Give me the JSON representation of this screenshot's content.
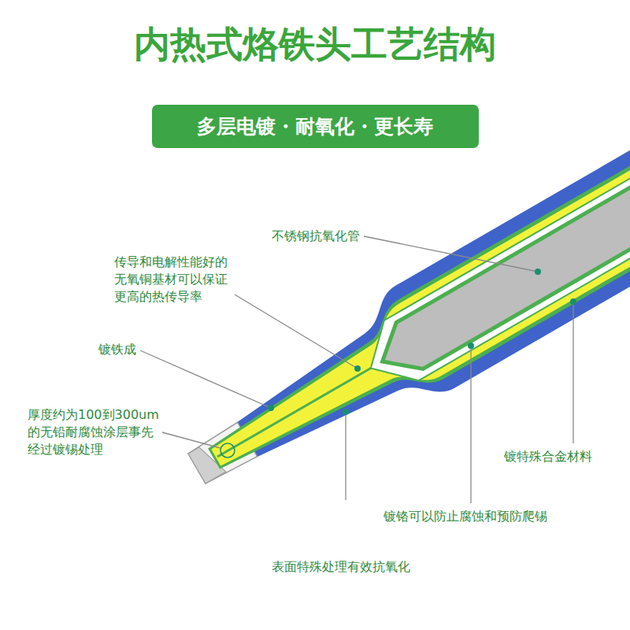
{
  "diagram": {
    "title": "内热式烙铁头工艺结构",
    "nodes": [
      {
        "text": [
          "多层电镀・耐氧化・更长寿"
        ]
      }
    ],
    "labels": [
      "不锈钢抗氧化管",
      "传导和电解性能好的 无氧铜基材可以保证 更高的热传导率",
      "镀铁成",
      "厚度约为100到300um 的无铅耐腐蚀涂层事先 经过镀锡处理",
      "镀特殊合金材料",
      "镀铬可以防止腐蚀和预防爬锡",
      "表面特殊处理有效抗氧化"
    ]
  }
}
